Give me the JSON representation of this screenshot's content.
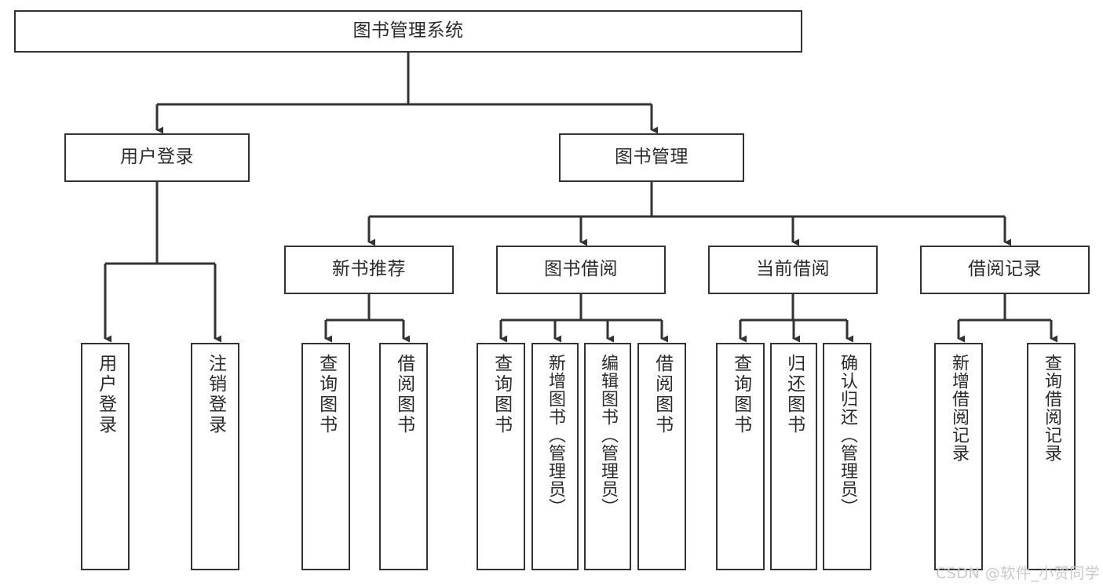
{
  "diagram": {
    "title": "图书管理系统",
    "type": "功能结构图",
    "root": {
      "id": "root",
      "label": "图书管理系统"
    },
    "level2": [
      {
        "id": "user-login",
        "label": "用户登录"
      },
      {
        "id": "book-manage",
        "label": "图书管理"
      }
    ],
    "level3": [
      {
        "id": "new-book-recommend",
        "label": "新书推荐",
        "parent": "book-manage"
      },
      {
        "id": "book-borrow",
        "label": "图书借阅",
        "parent": "book-manage"
      },
      {
        "id": "current-borrow",
        "label": "当前借阅",
        "parent": "book-manage"
      },
      {
        "id": "borrow-record",
        "label": "借阅记录",
        "parent": "book-manage"
      }
    ],
    "leaves": [
      {
        "id": "leaf-user-login",
        "label": "用户登录",
        "parent": "user-login"
      },
      {
        "id": "leaf-user-logout",
        "label": "注销登录",
        "parent": "user-login"
      },
      {
        "id": "leaf-query-book-1",
        "label": "查询图书",
        "parent": "new-book-recommend"
      },
      {
        "id": "leaf-borrow-book-1",
        "label": "借阅图书",
        "parent": "new-book-recommend"
      },
      {
        "id": "leaf-query-book-2",
        "label": "查询图书",
        "parent": "book-borrow"
      },
      {
        "id": "leaf-add-book",
        "label": "新增图书（管理员）",
        "parent": "book-borrow"
      },
      {
        "id": "leaf-edit-book",
        "label": "编辑图书（管理员）",
        "parent": "book-borrow"
      },
      {
        "id": "leaf-borrow-book-2",
        "label": "借阅图书",
        "parent": "book-borrow"
      },
      {
        "id": "leaf-query-book-3",
        "label": "查询图书",
        "parent": "current-borrow"
      },
      {
        "id": "leaf-return-book",
        "label": "归还图书",
        "parent": "current-borrow"
      },
      {
        "id": "leaf-confirm-return",
        "label": "确认归还（管理员）",
        "parent": "current-borrow"
      },
      {
        "id": "leaf-add-record",
        "label": "新增借阅记录",
        "parent": "borrow-record"
      },
      {
        "id": "leaf-query-record",
        "label": "查询借阅记录",
        "parent": "borrow-record"
      }
    ],
    "colors": {
      "border": "#333333",
      "text": "#2b2b2b",
      "edge": "#333333",
      "background": "#ffffff",
      "watermark": "#c9c9c9"
    }
  },
  "watermark": {
    "text": "CSDN @软件_小贺同学"
  }
}
